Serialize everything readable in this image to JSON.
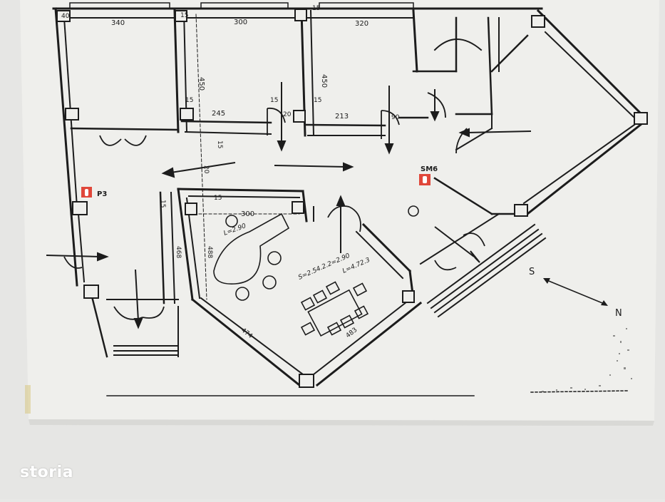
{
  "floorplan": {
    "dimensions": [
      "340",
      "300",
      "320",
      "450",
      "450",
      "15",
      "15",
      "15",
      "15",
      "40",
      "245",
      "20",
      "15",
      "213",
      "90",
      "20",
      "15",
      "300",
      "468",
      "488",
      "474",
      "483",
      "15",
      "15"
    ],
    "extinguishers": [
      {
        "label": "P3"
      },
      {
        "label": "SM6"
      }
    ],
    "compass": {
      "south": "S",
      "north": "N"
    },
    "scribbles": [
      "L=2.90",
      "S=2.54.2.2=2.90",
      "L=4.72.3"
    ]
  },
  "colors": {
    "paper": "#efefec",
    "ink": "#1c1c1c",
    "extinguisher": "#e0473a",
    "background": "#e8e8e6"
  },
  "watermark": {
    "text": "storia"
  }
}
